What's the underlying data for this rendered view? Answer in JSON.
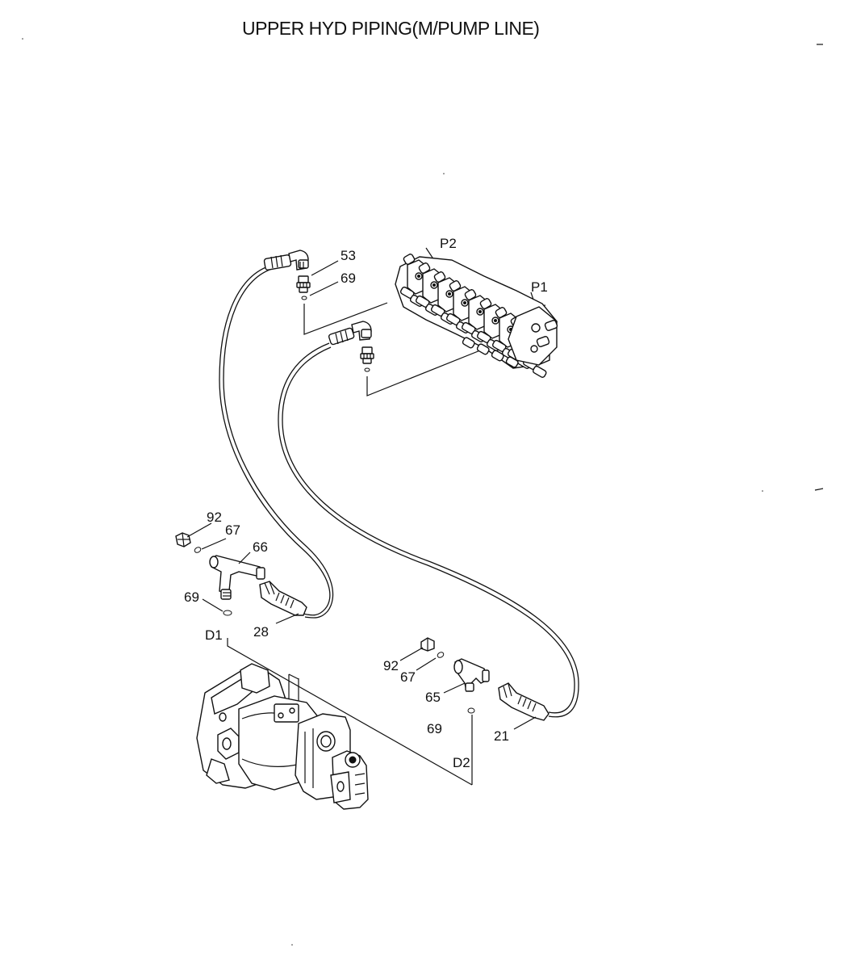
{
  "title": "UPPER HYD PIPING(M/PUMP LINE)",
  "callouts": {
    "c53": "53",
    "c69_top": "69",
    "p2": "P2",
    "p1": "P1",
    "c92_left": "92",
    "c67_left": "67",
    "c66": "66",
    "c69_left": "69",
    "d1": "D1",
    "c28": "28",
    "c92_right": "92",
    "c67_right": "67",
    "c65": "65",
    "c69_right": "69",
    "c21": "21",
    "d2": "D2"
  }
}
